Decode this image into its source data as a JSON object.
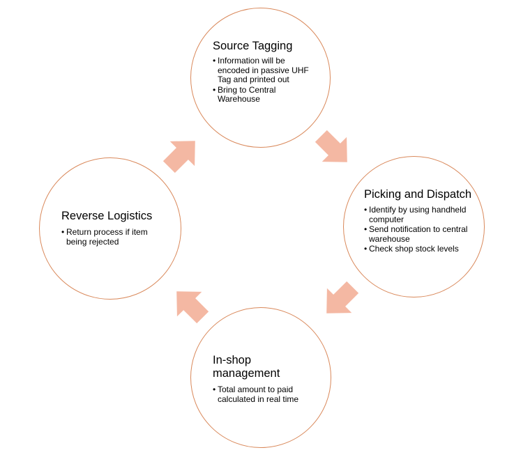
{
  "diagram": {
    "arrow_color": "#f4b8a3",
    "circle_border_color": "#d9885a",
    "nodes": [
      {
        "id": "source",
        "title": "Source Tagging",
        "bullets": [
          "Information will be encoded in passive UHF Tag and printed out",
          "Bring to Central Warehouse"
        ]
      },
      {
        "id": "picking",
        "title": "Picking and Dispatch",
        "bullets": [
          "Identify by using handheld computer",
          "Send notification to central warehouse",
          "Check shop stock levels"
        ]
      },
      {
        "id": "inshop",
        "title": "In-shop management",
        "bullets": [
          "Total amount to paid calculated in real time"
        ]
      },
      {
        "id": "reverse",
        "title": "Reverse Logistics",
        "bullets": [
          "Return process if item being rejected"
        ]
      }
    ],
    "arrows": [
      {
        "from": "source",
        "to": "picking"
      },
      {
        "from": "picking",
        "to": "inshop"
      },
      {
        "from": "inshop",
        "to": "reverse"
      },
      {
        "from": "reverse",
        "to": "source"
      }
    ]
  }
}
